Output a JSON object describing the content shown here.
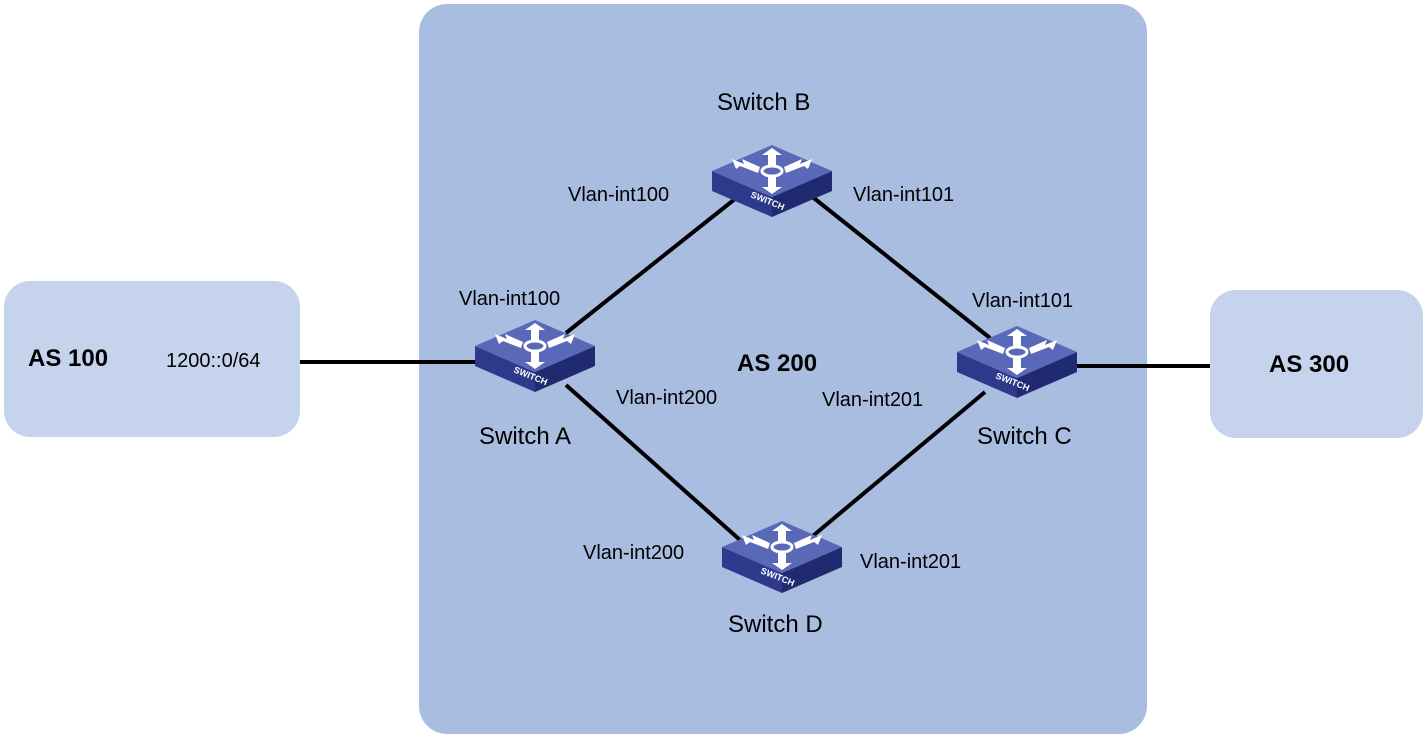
{
  "colors": {
    "as200_region": "#a9bde1",
    "external_as": "#c5d3ec",
    "switch_top": "#5a68b8",
    "switch_side": "#2d3a8c",
    "link": "#000000"
  },
  "as_areas": {
    "as100": "AS 100",
    "as200": "AS 200",
    "as300": "AS 300"
  },
  "prefix": "1200::0/64",
  "switch_badge": "SWITCH",
  "devices": {
    "a": "Switch A",
    "b": "Switch B",
    "c": "Switch C",
    "d": "Switch D"
  },
  "interfaces": {
    "b_to_a": "Vlan-int100",
    "b_to_c": "Vlan-int101",
    "a_to_b": "Vlan-int100",
    "a_to_d": "Vlan-int200",
    "c_to_b": "Vlan-int101",
    "c_to_d": "Vlan-int201",
    "d_to_a": "Vlan-int200",
    "d_to_c": "Vlan-int201"
  }
}
